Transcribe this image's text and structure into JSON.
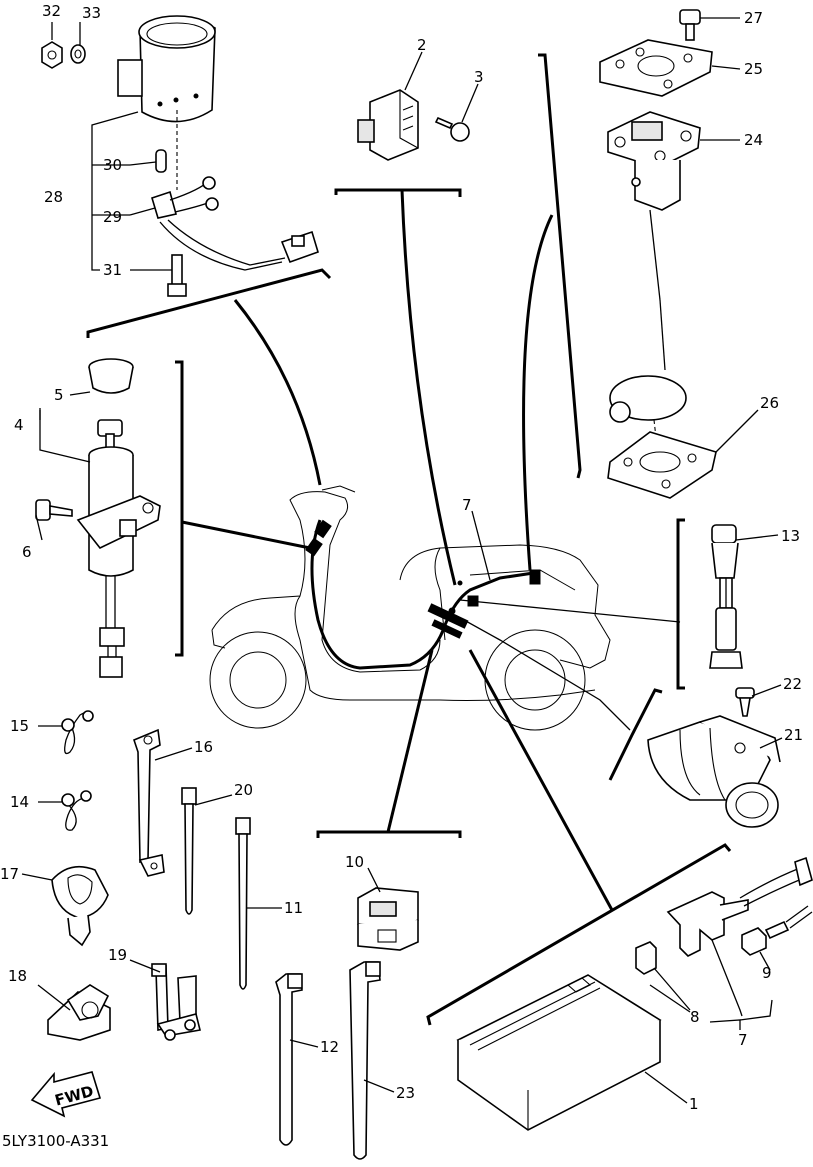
{
  "diagram_code": "5LY3100-A331",
  "fwd_label": "FWD",
  "callouts": {
    "c1": "1",
    "c2": "2",
    "c3": "3",
    "c4": "4",
    "c5": "5",
    "c6": "6",
    "c7a": "7",
    "c7b": "7",
    "c8": "8",
    "c9": "9",
    "c10": "10",
    "c11": "11",
    "c12": "12",
    "c13": "13",
    "c14": "14",
    "c15": "15",
    "c16": "16",
    "c17": "17",
    "c18": "18",
    "c19": "19",
    "c20": "20",
    "c21": "21",
    "c22": "22",
    "c23": "23",
    "c24": "24",
    "c25": "25",
    "c26": "26",
    "c27": "27",
    "c28": "28",
    "c29": "29",
    "c30": "30",
    "c31": "31",
    "c32": "32",
    "c33": "33"
  }
}
